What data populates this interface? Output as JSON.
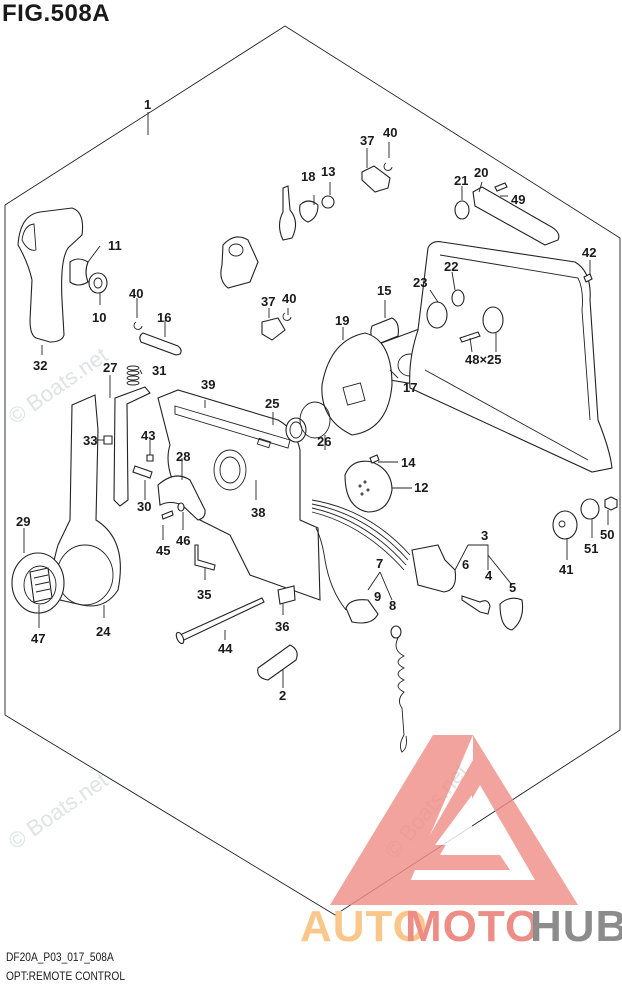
{
  "figure": {
    "title": "FIG.508A",
    "drawing_code": "DF20A_P03_017_508A",
    "section_name": "OPT:REMOTE CONTROL"
  },
  "watermarks": {
    "boats_net": "© Boats.net",
    "logo_parts": [
      "AUTO",
      "MOTO",
      "HUB"
    ],
    "logo_colors": {
      "auto": "#f9c78a",
      "moto": "#ee8c86",
      "hub": "#8c8c8c",
      "mark": "#f08f88"
    }
  },
  "callouts": [
    {
      "id": "1",
      "label": "1"
    },
    {
      "id": "2",
      "label": "2"
    },
    {
      "id": "3",
      "label": "3"
    },
    {
      "id": "4",
      "label": "4"
    },
    {
      "id": "5",
      "label": "5"
    },
    {
      "id": "6",
      "label": "6"
    },
    {
      "id": "7",
      "label": "7"
    },
    {
      "id": "8",
      "label": "8"
    },
    {
      "id": "9",
      "label": "9"
    },
    {
      "id": "10",
      "label": "10"
    },
    {
      "id": "11",
      "label": "11"
    },
    {
      "id": "12",
      "label": "12"
    },
    {
      "id": "13",
      "label": "13"
    },
    {
      "id": "14",
      "label": "14"
    },
    {
      "id": "15",
      "label": "15"
    },
    {
      "id": "16",
      "label": "16"
    },
    {
      "id": "17",
      "label": "17"
    },
    {
      "id": "18",
      "label": "18"
    },
    {
      "id": "19",
      "label": "19"
    },
    {
      "id": "20",
      "label": "20"
    },
    {
      "id": "21",
      "label": "21"
    },
    {
      "id": "22",
      "label": "22"
    },
    {
      "id": "23",
      "label": "23"
    },
    {
      "id": "24",
      "label": "24"
    },
    {
      "id": "25a",
      "label": "25"
    },
    {
      "id": "25b",
      "label": "48×25"
    },
    {
      "id": "26",
      "label": "26"
    },
    {
      "id": "27",
      "label": "27"
    },
    {
      "id": "28",
      "label": "28"
    },
    {
      "id": "29",
      "label": "29"
    },
    {
      "id": "30",
      "label": "30"
    },
    {
      "id": "31",
      "label": "31"
    },
    {
      "id": "32",
      "label": "32"
    },
    {
      "id": "33",
      "label": "33"
    },
    {
      "id": "35",
      "label": "35"
    },
    {
      "id": "36",
      "label": "36"
    },
    {
      "id": "37a",
      "label": "37"
    },
    {
      "id": "37b",
      "label": "37"
    },
    {
      "id": "38",
      "label": "38"
    },
    {
      "id": "39",
      "label": "39"
    },
    {
      "id": "40a",
      "label": "40"
    },
    {
      "id": "40b",
      "label": "40"
    },
    {
      "id": "40c",
      "label": "40"
    },
    {
      "id": "41",
      "label": "41"
    },
    {
      "id": "42",
      "label": "42"
    },
    {
      "id": "43",
      "label": "43"
    },
    {
      "id": "44",
      "label": "44"
    },
    {
      "id": "45",
      "label": "45"
    },
    {
      "id": "46",
      "label": "46"
    },
    {
      "id": "47",
      "label": "47"
    },
    {
      "id": "49",
      "label": "49"
    },
    {
      "id": "50",
      "label": "50"
    },
    {
      "id": "51",
      "label": "51"
    }
  ]
}
